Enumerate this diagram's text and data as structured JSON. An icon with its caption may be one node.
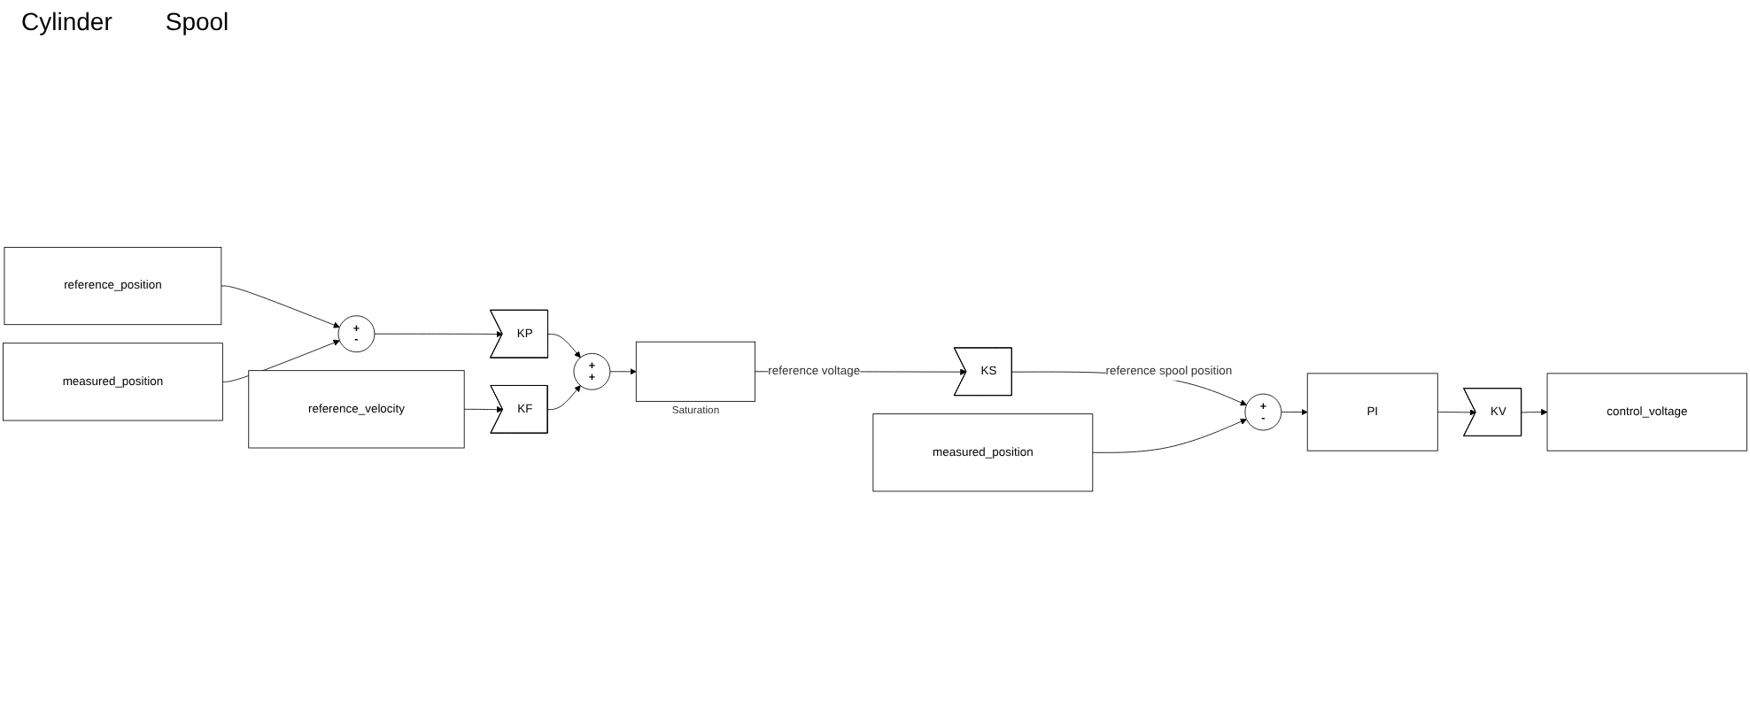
{
  "diagram": {
    "nodes": [
      {
        "text": [
          "reference_position"
        ]
      },
      {
        "text": [
          "measured_position"
        ]
      },
      {
        "text": [
          "reference_velocity"
        ]
      },
      {
        "text": [
          "+",
          "-"
        ]
      },
      {
        "text": [
          "KP"
        ]
      },
      {
        "text": [
          "KF"
        ]
      },
      {
        "text": [
          "+",
          "+"
        ]
      },
      {
        "text": [],
        "shape": "box",
        "beside": [
          "Saturation"
        ]
      },
      {
        "text": [
          "KS"
        ]
      },
      {
        "text": [
          "measured_position"
        ]
      },
      {
        "text": [
          "+",
          "-"
        ]
      },
      {
        "text": [
          "PI"
        ]
      },
      {
        "text": [
          "KV"
        ]
      },
      {
        "text": [
          "control_voltage"
        ]
      }
    ],
    "edges": [
      {
        "from": 0,
        "to": 3,
        "arrow": "to"
      },
      {
        "from": 1,
        "to": 3,
        "arrow": "to"
      },
      {
        "from": 3,
        "to": 4,
        "arrow": "to"
      },
      {
        "from": 4,
        "to": 6,
        "arrow": "to"
      },
      {
        "from": 2,
        "to": 5,
        "arrow": "to"
      },
      {
        "from": 5,
        "to": 6,
        "arrow": "to"
      },
      {
        "from": 6,
        "to": 7,
        "arrow": "to"
      },
      {
        "from": 7,
        "to": 8,
        "arrow": "to",
        "label": "reference voltage"
      },
      {
        "from": 8,
        "to": 10,
        "arrow": "to",
        "label": "reference spool position"
      },
      {
        "from": 9,
        "to": 10,
        "arrow": "to"
      },
      {
        "from": 10,
        "to": 11,
        "arrow": "to"
      },
      {
        "from": 11,
        "to": 12,
        "arrow": "to"
      },
      {
        "from": 12,
        "to": 13,
        "arrow": "to"
      }
    ],
    "labels": [
      "Cylinder",
      "Spool"
    ]
  }
}
